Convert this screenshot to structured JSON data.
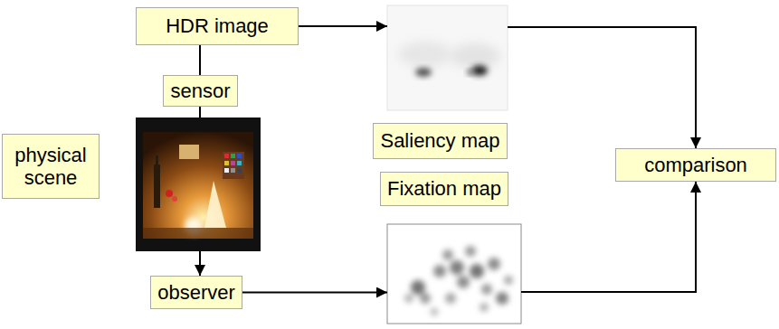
{
  "diagram": {
    "nodes": [
      {
        "text": [
          "HDR image"
        ]
      },
      {
        "text": [
          "sensor"
        ]
      },
      {
        "text": [
          "physical scene"
        ]
      },
      {
        "text": [
          "Saliency map"
        ]
      },
      {
        "text": [
          "comparison"
        ]
      },
      {
        "text": [
          "Fixation map"
        ]
      },
      {
        "text": [
          "observer"
        ]
      }
    ],
    "edges": [
      {
        "from": 0,
        "to": 3,
        "arrow": "to"
      },
      {
        "from": 0,
        "to": 1,
        "arrow": "none"
      },
      {
        "from": 1,
        "to": 2,
        "arrow": "none"
      },
      {
        "from": 2,
        "to": 6,
        "arrow": "to"
      },
      {
        "from": 3,
        "to": 4,
        "arrow": "to"
      },
      {
        "from": 6,
        "to": 5,
        "arrow": "to"
      },
      {
        "from": 5,
        "to": 4,
        "arrow": "to"
      }
    ]
  }
}
